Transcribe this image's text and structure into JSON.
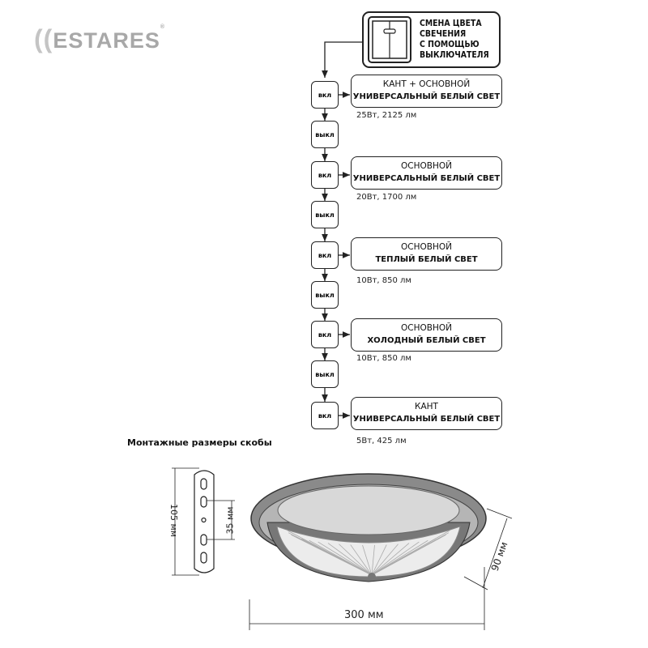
{
  "brand": {
    "logo": "ESTARES",
    "registered": "®"
  },
  "switch_panel": {
    "title_lines": [
      "СМЕНА ЦВЕТА",
      "СВЕЧЕНИЯ",
      "С ПОМОЩЬЮ",
      "ВЫКЛЮЧАТЕЛЯ"
    ],
    "icon": "light-switch-icon"
  },
  "steps": [
    {
      "label": "вкл",
      "mode_line1": "КАНТ + ОСНОВНОЙ",
      "mode_line2": "УНИВЕРСАЛЬНЫЙ БЕЛЫЙ СВЕТ",
      "power": "25Вт, 2125 лм"
    },
    {
      "label": "выкл"
    },
    {
      "label": "вкл",
      "mode_line1": "ОСНОВНОЙ",
      "mode_line2": "УНИВЕРСАЛЬНЫЙ БЕЛЫЙ СВЕТ",
      "power": "20Вт, 1700 лм"
    },
    {
      "label": "выкл"
    },
    {
      "label": "вкл",
      "mode_line1": "ОСНОВНОЙ",
      "mode_line2": "ТЕПЛЫЙ БЕЛЫЙ СВЕТ",
      "power": "10Вт, 850 лм"
    },
    {
      "label": "выкл"
    },
    {
      "label": "вкл",
      "mode_line1": "ОСНОВНОЙ",
      "mode_line2": "ХОЛОДНЫЙ БЕЛЫЙ СВЕТ",
      "power": "10Вт, 850 лм"
    },
    {
      "label": "выкл"
    },
    {
      "label": "вкл",
      "mode_line1": "КАНТ",
      "mode_line2": "УНИВЕРСАЛЬНЫЙ БЕЛЫЙ СВЕТ",
      "power": "5Вт, 425 лм"
    }
  ],
  "bracket": {
    "heading": "Монтажные размеры скобы",
    "length": "105 мм",
    "hole_spacing": "35 мм"
  },
  "lamp": {
    "diameter": "300 мм",
    "height": "90 мм"
  }
}
